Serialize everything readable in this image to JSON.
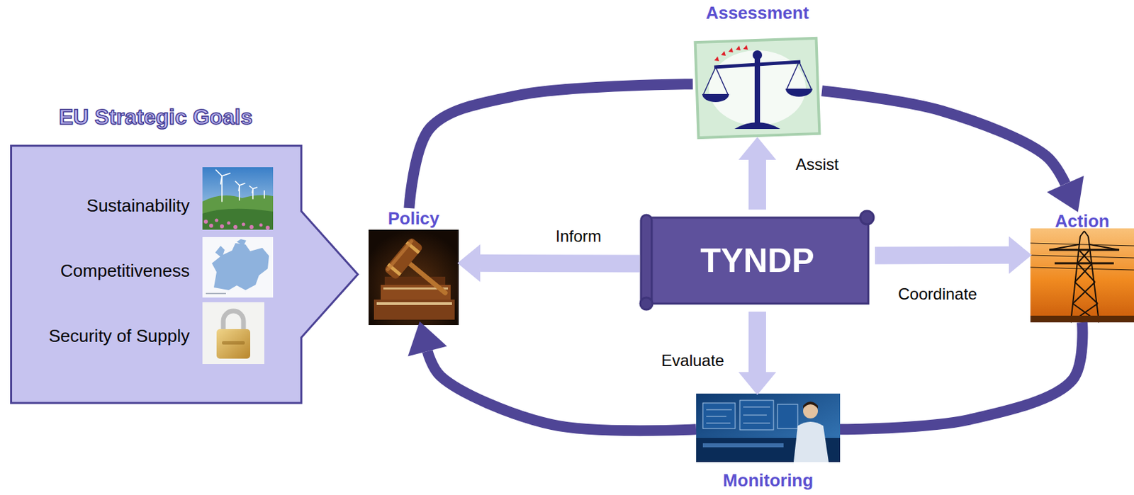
{
  "diagram": {
    "nodes": [
      {
        "text": [
          "EU Strategic Goals",
          "Sustainability",
          "Competitiveness",
          "Security of Supply"
        ]
      },
      {
        "text": [
          "Assessment"
        ]
      },
      {
        "text": [
          "Policy"
        ]
      },
      {
        "text": [
          "TYNDP"
        ]
      },
      {
        "text": [
          "Action"
        ]
      },
      {
        "text": [
          "Monitoring"
        ]
      }
    ],
    "edges": [
      {
        "from": 2,
        "to": 1,
        "arrow": "none"
      },
      {
        "from": 1,
        "to": 4,
        "arrow": "to"
      },
      {
        "from": 4,
        "to": 5,
        "arrow": "none"
      },
      {
        "from": 5,
        "to": 2,
        "arrow": "to"
      },
      {
        "from": 3,
        "to": 1,
        "label": "Assist",
        "arrow": "to"
      },
      {
        "from": 3,
        "to": 2,
        "label": "Inform",
        "arrow": "to"
      },
      {
        "from": 3,
        "to": 4,
        "label": "Coordinate",
        "arrow": "to"
      },
      {
        "from": 3,
        "to": 5,
        "label": "Evaluate",
        "arrow": "to"
      }
    ]
  }
}
